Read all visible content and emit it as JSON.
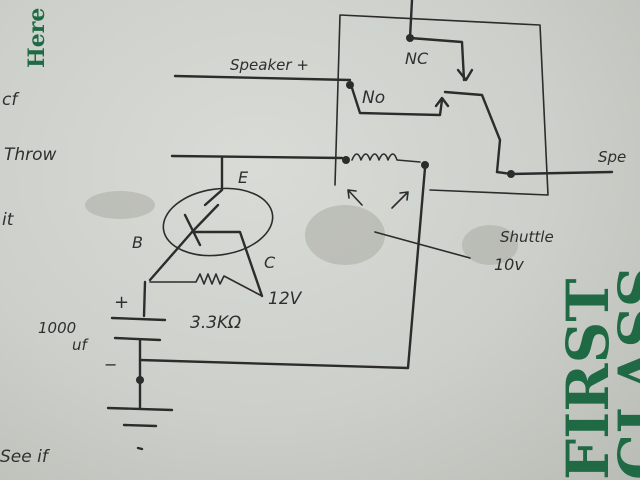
{
  "labels": {
    "speaker_plus": "Speaker +",
    "nc": "NC",
    "no": "No",
    "speaker_right": "Spe",
    "e": "E",
    "b": "B",
    "c": "C",
    "cap_plus": "+",
    "cap_value": "1000",
    "cap_unit": "uf",
    "cap_minus": "−",
    "resistor": "3.3KΩ",
    "volts12": "12V",
    "shuttle": "Shuttle",
    "shuttle_volts": "10v",
    "left_frag_1": "Here",
    "left_frag_2": "Throw",
    "left_frag_3": "it",
    "left_frag_4": "cf",
    "left_frag_5": "See if",
    "poster_1": "FIRST",
    "poster_2": "CLASS"
  },
  "colors": {
    "ink": "#2c2c2c",
    "board": "#cdd0ca",
    "poster_green": "#1f6a45"
  }
}
